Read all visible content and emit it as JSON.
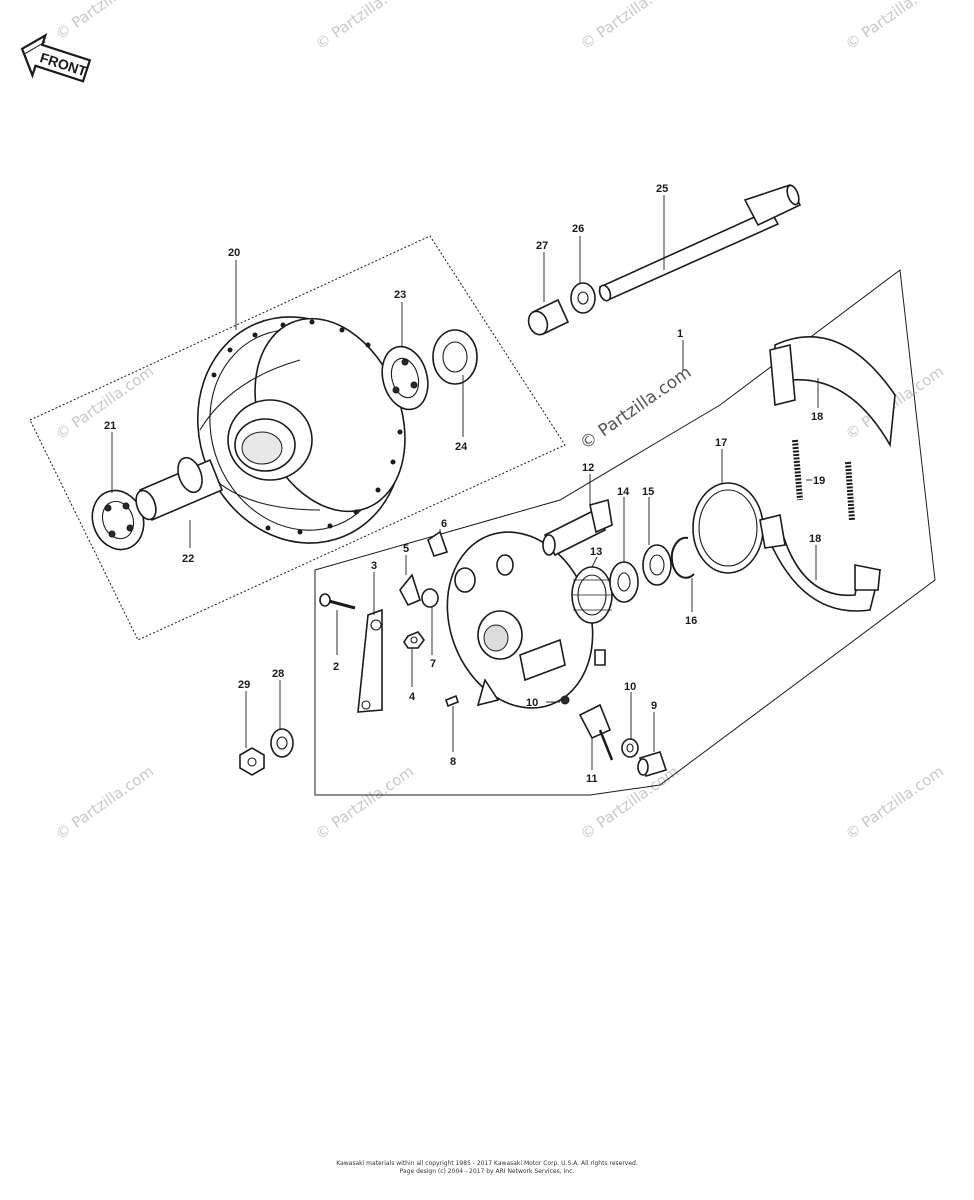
{
  "front_arrow": {
    "label": "FRONT"
  },
  "watermark": {
    "text": "© Partzilla.com"
  },
  "callouts": [
    {
      "id": "c1",
      "text": "1"
    },
    {
      "id": "c2",
      "text": "2"
    },
    {
      "id": "c3",
      "text": "3"
    },
    {
      "id": "c4",
      "text": "4"
    },
    {
      "id": "c5",
      "text": "5"
    },
    {
      "id": "c6",
      "text": "6"
    },
    {
      "id": "c7",
      "text": "7"
    },
    {
      "id": "c8",
      "text": "8"
    },
    {
      "id": "c9",
      "text": "9"
    },
    {
      "id": "c10a",
      "text": "10"
    },
    {
      "id": "c10b",
      "text": "10"
    },
    {
      "id": "c11",
      "text": "11"
    },
    {
      "id": "c12",
      "text": "12"
    },
    {
      "id": "c13",
      "text": "13"
    },
    {
      "id": "c14",
      "text": "14"
    },
    {
      "id": "c15",
      "text": "15"
    },
    {
      "id": "c16",
      "text": "16"
    },
    {
      "id": "c17",
      "text": "17"
    },
    {
      "id": "c18a",
      "text": "18"
    },
    {
      "id": "c18b",
      "text": "18"
    },
    {
      "id": "c19",
      "text": "19"
    },
    {
      "id": "c20",
      "text": "20"
    },
    {
      "id": "c21",
      "text": "21"
    },
    {
      "id": "c22",
      "text": "22"
    },
    {
      "id": "c23",
      "text": "23"
    },
    {
      "id": "c24",
      "text": "24"
    },
    {
      "id": "c25",
      "text": "25"
    },
    {
      "id": "c26",
      "text": "26"
    },
    {
      "id": "c27",
      "text": "27"
    },
    {
      "id": "c28",
      "text": "28"
    },
    {
      "id": "c29",
      "text": "29"
    }
  ],
  "footer": {
    "line1": "Kawasaki materials within all copyright 1985 - 2017 Kawasaki Motor Corp. U.S.A. All rights reserved.",
    "line2": "Page design (c) 2004 - 2017 by ARI Network Services, Inc."
  },
  "colors": {
    "ink": "#1b1b1b",
    "watermark": "#c9c9c9",
    "background": "#ffffff"
  }
}
